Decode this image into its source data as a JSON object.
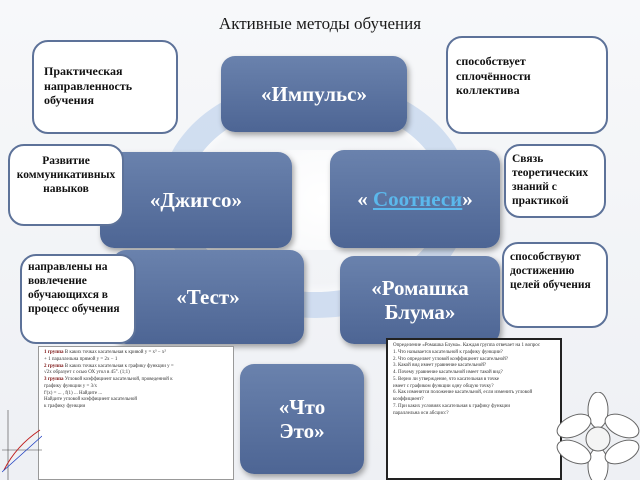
{
  "title": "Активные методы обучения",
  "methods": {
    "impulse": "«Импульс»",
    "jigsaw": "«Джигсо»",
    "correlate_prefix": "« ",
    "correlate_word": "Соотнеси",
    "correlate_suffix": "»",
    "test": "«Тест»",
    "chamomile": "«Ромашка Блума»",
    "what_is": "«Что Это»"
  },
  "notes": {
    "practical": "Практическая направленность обучения",
    "cohesion": "способствует сплочённости коллектива",
    "communication": "Развитие коммуникативных навыков",
    "theory_practice": "Связь теоретических знаний с практикой",
    "engagement": "направлены на вовлечение обучающихся в процесс обучения",
    "goals": "способствуют достижению целей обучения"
  },
  "doc_left": {
    "line1_label": "1 группа",
    "line1_text": "В каких точках касательная к кривой у = х³ − х²",
    "line2": "+ 1 параллельна прямой у = 2х − 1",
    "line3_label": "2 группа",
    "line3_text": "В каких точках касательная к графику функции у =",
    "line4": "√2х образует с осью ОХ угол в 45°. (1;1)",
    "line5_label": "3 группа",
    "line5_text": "Угловой коэффициент касательной, проведенной к",
    "line6": "графику функции у = 3/х",
    "line7": "f'(x) = ... , f(1) ... Найдите ...",
    "line8": "Найдите угловой коэффициент касательной",
    "line9": "к графику функции"
  },
  "doc_right": {
    "line1": "Определение «Ромашка Блума». Каждая группа отвечает на 1 вопрос",
    "line2": "1. Что называется касательной к графику функции?",
    "line3": "2. Что определяет угловой коэффициент касательной?",
    "line4": "3. Какой вид имеет уравнение касательной?",
    "line5": "4. Почему уравнение касательной имеет такой вид?",
    "line6": "5. Верно ли утверждение, что касательная в точке",
    "line7": "имеет с графиком функции одну общую точку?",
    "line8": "6. Как изменится положение касательной, если изменить угловой коэффициент?",
    "line9": "7. При каких условиях касательная к графику функции",
    "line10": "параллельна оси абсцисс?"
  }
}
